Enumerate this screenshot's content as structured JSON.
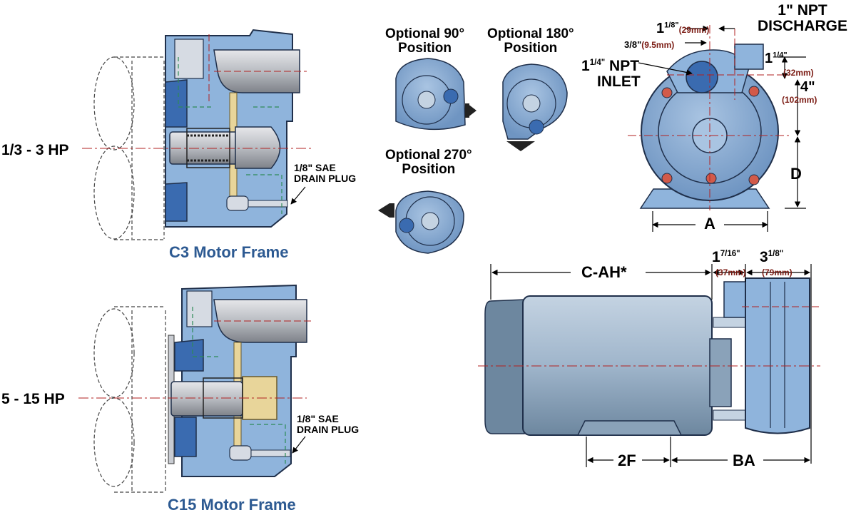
{
  "labels": {
    "hp_small": "1/3 - 3 HP",
    "hp_large": "5 - 15 HP",
    "frame_c3": "C3 Motor Frame",
    "frame_c15": "C15 Motor Frame",
    "drain_plug_line1": "1/8\" SAE",
    "drain_plug_line2": "DRAIN PLUG",
    "opt90_line1": "Optional 90°",
    "opt90_line2": "Position",
    "opt180_line1": "Optional 180°",
    "opt180_line2": "Position",
    "opt270_line1": "Optional 270°",
    "opt270_line2": "Position",
    "discharge_line1": "1\" NPT",
    "discharge_line2": "DISCHARGE",
    "inlet_line1": "1",
    "inlet_sup": "1/4\"",
    "inlet_line1b": " NPT",
    "inlet_line2": "INLET"
  },
  "dimensions": {
    "d1_main": "1",
    "d1_sup": "1/8\"",
    "d1_mm": "(29mm)",
    "d2_main": "3/8\"",
    "d2_mm": "(9.5mm)",
    "d3_main": "1",
    "d3_sup": "1/4\"",
    "d3_mm": "(32mm)",
    "d4_main": "4\"",
    "d4_mm": "(102mm)",
    "d_label": "D",
    "a_label": "A",
    "c_ah": "C-AH*",
    "d5_main": "1",
    "d5_sup": "7/16\"",
    "d5_mm": "(37mm)",
    "d6_main": "3",
    "d6_sup": "1/8\"",
    "d6_mm": "(79mm)",
    "f2_label": "2F",
    "ba_label": "BA"
  },
  "colors": {
    "pump_body": "#8fb4dc",
    "pump_dark": "#3a6bb0",
    "pump_shadow": "#5b84bd",
    "steel": "#c9ccd2",
    "steel_dark": "#7d8289",
    "brass": "#e8d59a",
    "centerline": "#b22222",
    "accent_text": "#2d5a92",
    "mm_text": "#7a1a12",
    "motor_gray": "#9fb3c8"
  }
}
